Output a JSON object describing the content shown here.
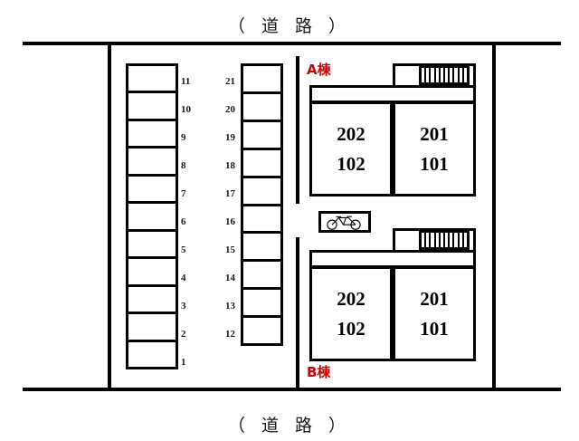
{
  "site": {
    "road_top_label": "（ 道 路 ）",
    "road_bottom_label": "（ 道 路 ）"
  },
  "parking": {
    "left_column": {
      "name": "left-parking-column",
      "stall_count": 11,
      "numbers": [
        "11",
        "10",
        "9",
        "8",
        "7",
        "6",
        "5",
        "4",
        "3",
        "2",
        "1"
      ]
    },
    "right_column": {
      "name": "right-parking-column",
      "stall_count": 10,
      "numbers": [
        "21",
        "20",
        "19",
        "18",
        "17",
        "16",
        "15",
        "14",
        "13",
        "12"
      ]
    }
  },
  "bicycle_parking": {
    "icon": "bicycle-icon",
    "label": ""
  },
  "buildings": [
    {
      "tag": "A棟",
      "tag_color": "#d00000",
      "stair_treads": 10,
      "rooms": [
        {
          "position": "left",
          "upper": "202",
          "lower": "102"
        },
        {
          "position": "right",
          "upper": "201",
          "lower": "101"
        }
      ]
    },
    {
      "tag": "B棟",
      "tag_color": "#d00000",
      "stair_treads": 10,
      "rooms": [
        {
          "position": "left",
          "upper": "202",
          "lower": "102"
        },
        {
          "position": "right",
          "upper": "201",
          "lower": "101"
        }
      ]
    }
  ],
  "colors": {
    "line": "#000000",
    "accent_red": "#d00000",
    "background": "#ffffff"
  }
}
